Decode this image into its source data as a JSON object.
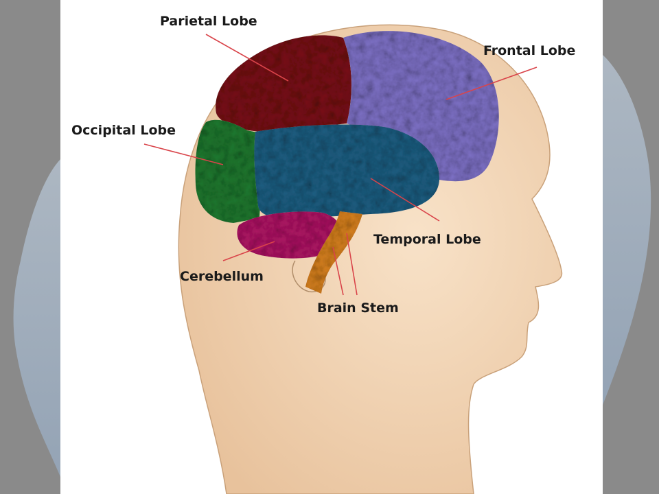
{
  "diagram": {
    "labels": {
      "parietal": "Parietal Lobe",
      "frontal": "Frontal Lobe",
      "occipital": "Occipital Lobe",
      "temporal": "Temporal Lobe",
      "cerebellum": "Cerebellum",
      "brain_stem": "Brain Stem"
    },
    "colors": {
      "backdrop": "#8a8a8a",
      "panel": "#ffffff",
      "skin": "#f2d3b0",
      "parietal": "#7a0f16",
      "frontal": "#7f72c8",
      "occipital": "#1f7a30",
      "temporal": "#1d5f83",
      "cerebellum": "#b01565",
      "brain_stem": "#d9821e",
      "leader": "#d9444a",
      "label": "#1a1a1a"
    }
  }
}
